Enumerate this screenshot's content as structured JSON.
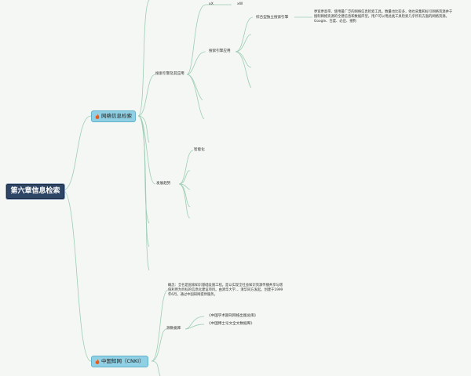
{
  "root": {
    "title": "第六章信息检索"
  },
  "branch_network": {
    "label": "网络信息检索",
    "icon": "fire-icon",
    "search_engine": {
      "label": "搜索引擎及其应用",
      "top_labels": [
        "xX",
        "xW"
      ],
      "apps": {
        "label": "搜索引擎应用",
        "integrated": "综合型独立搜索引擎",
        "description": "更宽更高带、使用最广泛的网络信息检索工具。数量也比较多，他也采集和标引网络资源并于搜制网络资源的全建信息和数据库型。用户可以用此类工具检索几乎所有方面的网络资源。Google、百度、必应、搜狗"
      }
    },
    "trend": {
      "label": "发展趋势",
      "intelligent": "智能化"
    }
  },
  "branch_cnki": {
    "label": "中国知网（CNKI）",
    "icon": "fire-icon",
    "concept": "概念：全名是国家知识基础设施工程。是以实现全社会知识资源传播共享与增值利用为目标的信息化建设项目。由清华大学、、清华同方发起。创建于1999年6月。通过中国知网提供服务。",
    "sources": {
      "label": "源数据库",
      "items": [
        "《中国学术期刊网络出版总库》",
        "《中国博士论文全文数据库》"
      ]
    }
  },
  "colors": {
    "line": "#9ecdb6",
    "topic_fill": "#8fd0e4",
    "root_fill": "#2e4566",
    "fire": "#e8591e"
  }
}
